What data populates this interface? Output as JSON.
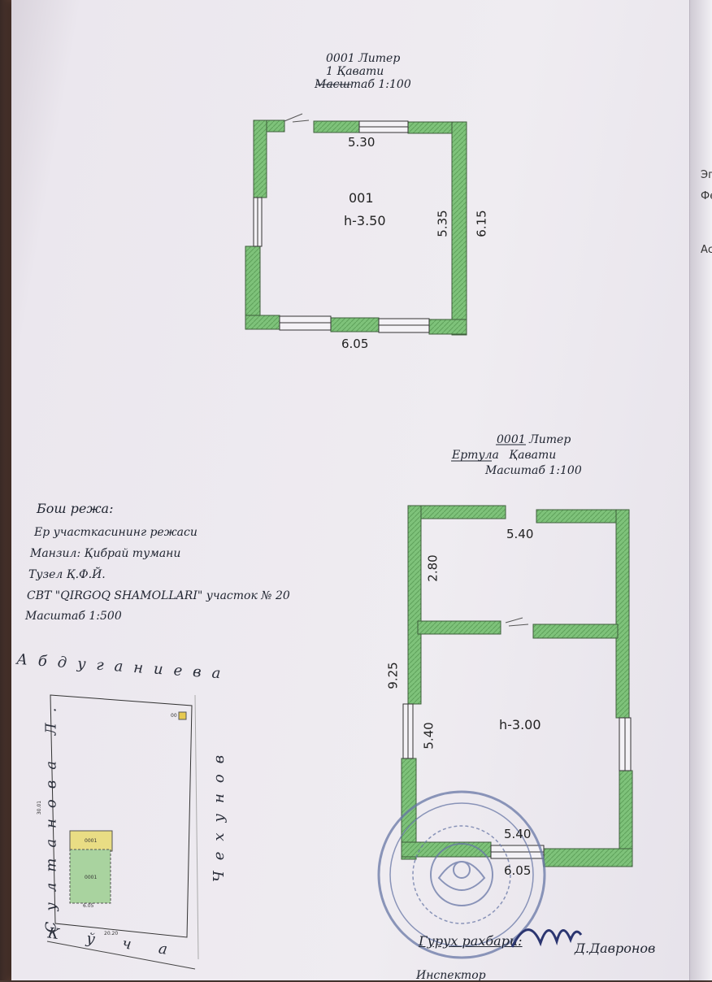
{
  "plan1": {
    "liter_line": "0001 Литер",
    "floor_line": "1 Қавати",
    "scale": "Масштаб 1:100",
    "room_id": "001",
    "room_height": "h-3.50",
    "dim_top": "5.30",
    "dim_inner_right": "5.35",
    "dim_outer_right": "6.15",
    "dim_bottom": "6.05"
  },
  "plan2": {
    "liter_line": "0001 Литер",
    "floor_prefix": "Ертула",
    "floor_suffix": "Қавати",
    "scale": "Масштаб 1:100",
    "dim_top": "5.40",
    "dim_left_small": "2.80",
    "dim_left_outer": "9.25",
    "dim_left_inner": "5.40",
    "room_height": "h-3.00",
    "dim_bottom_inner": "5.40",
    "dim_bottom_outer": "6.05"
  },
  "general_plan": {
    "title": "Бош режа:",
    "line1": "Ер участкасининг режаси",
    "line2": "Манзил: Қибрай тумани",
    "line3": "Тузел   Қ.Ф.Й.",
    "line4": "СВТ \"QIRGOQ SHAMOLLARI\" участок №  20",
    "scale": "Масштаб 1:500"
  },
  "site_plan": {
    "street_top": "Абдуганиева",
    "street_left": "Султанова Л.",
    "street_right": "Чехунов",
    "street_bottom": "Кўча",
    "label_building": "0001",
    "label_basement": "0001",
    "label_shed": "00",
    "dim_width": "6.05",
    "dim_site_bottom": "20.20",
    "dim_site_left": "30.01"
  },
  "signature": {
    "role": "Гурух рахбари:",
    "name": "Д.Давронов",
    "next_role": "Инспектор"
  },
  "edge": {
    "text1": "Эг",
    "text2": "Фе",
    "text3": "Ас"
  },
  "colors": {
    "wall_green": "#7ec27a",
    "wall_outline": "#3f5f3c",
    "stamp_blue": "#6877a6",
    "ink": "#1f2430"
  }
}
